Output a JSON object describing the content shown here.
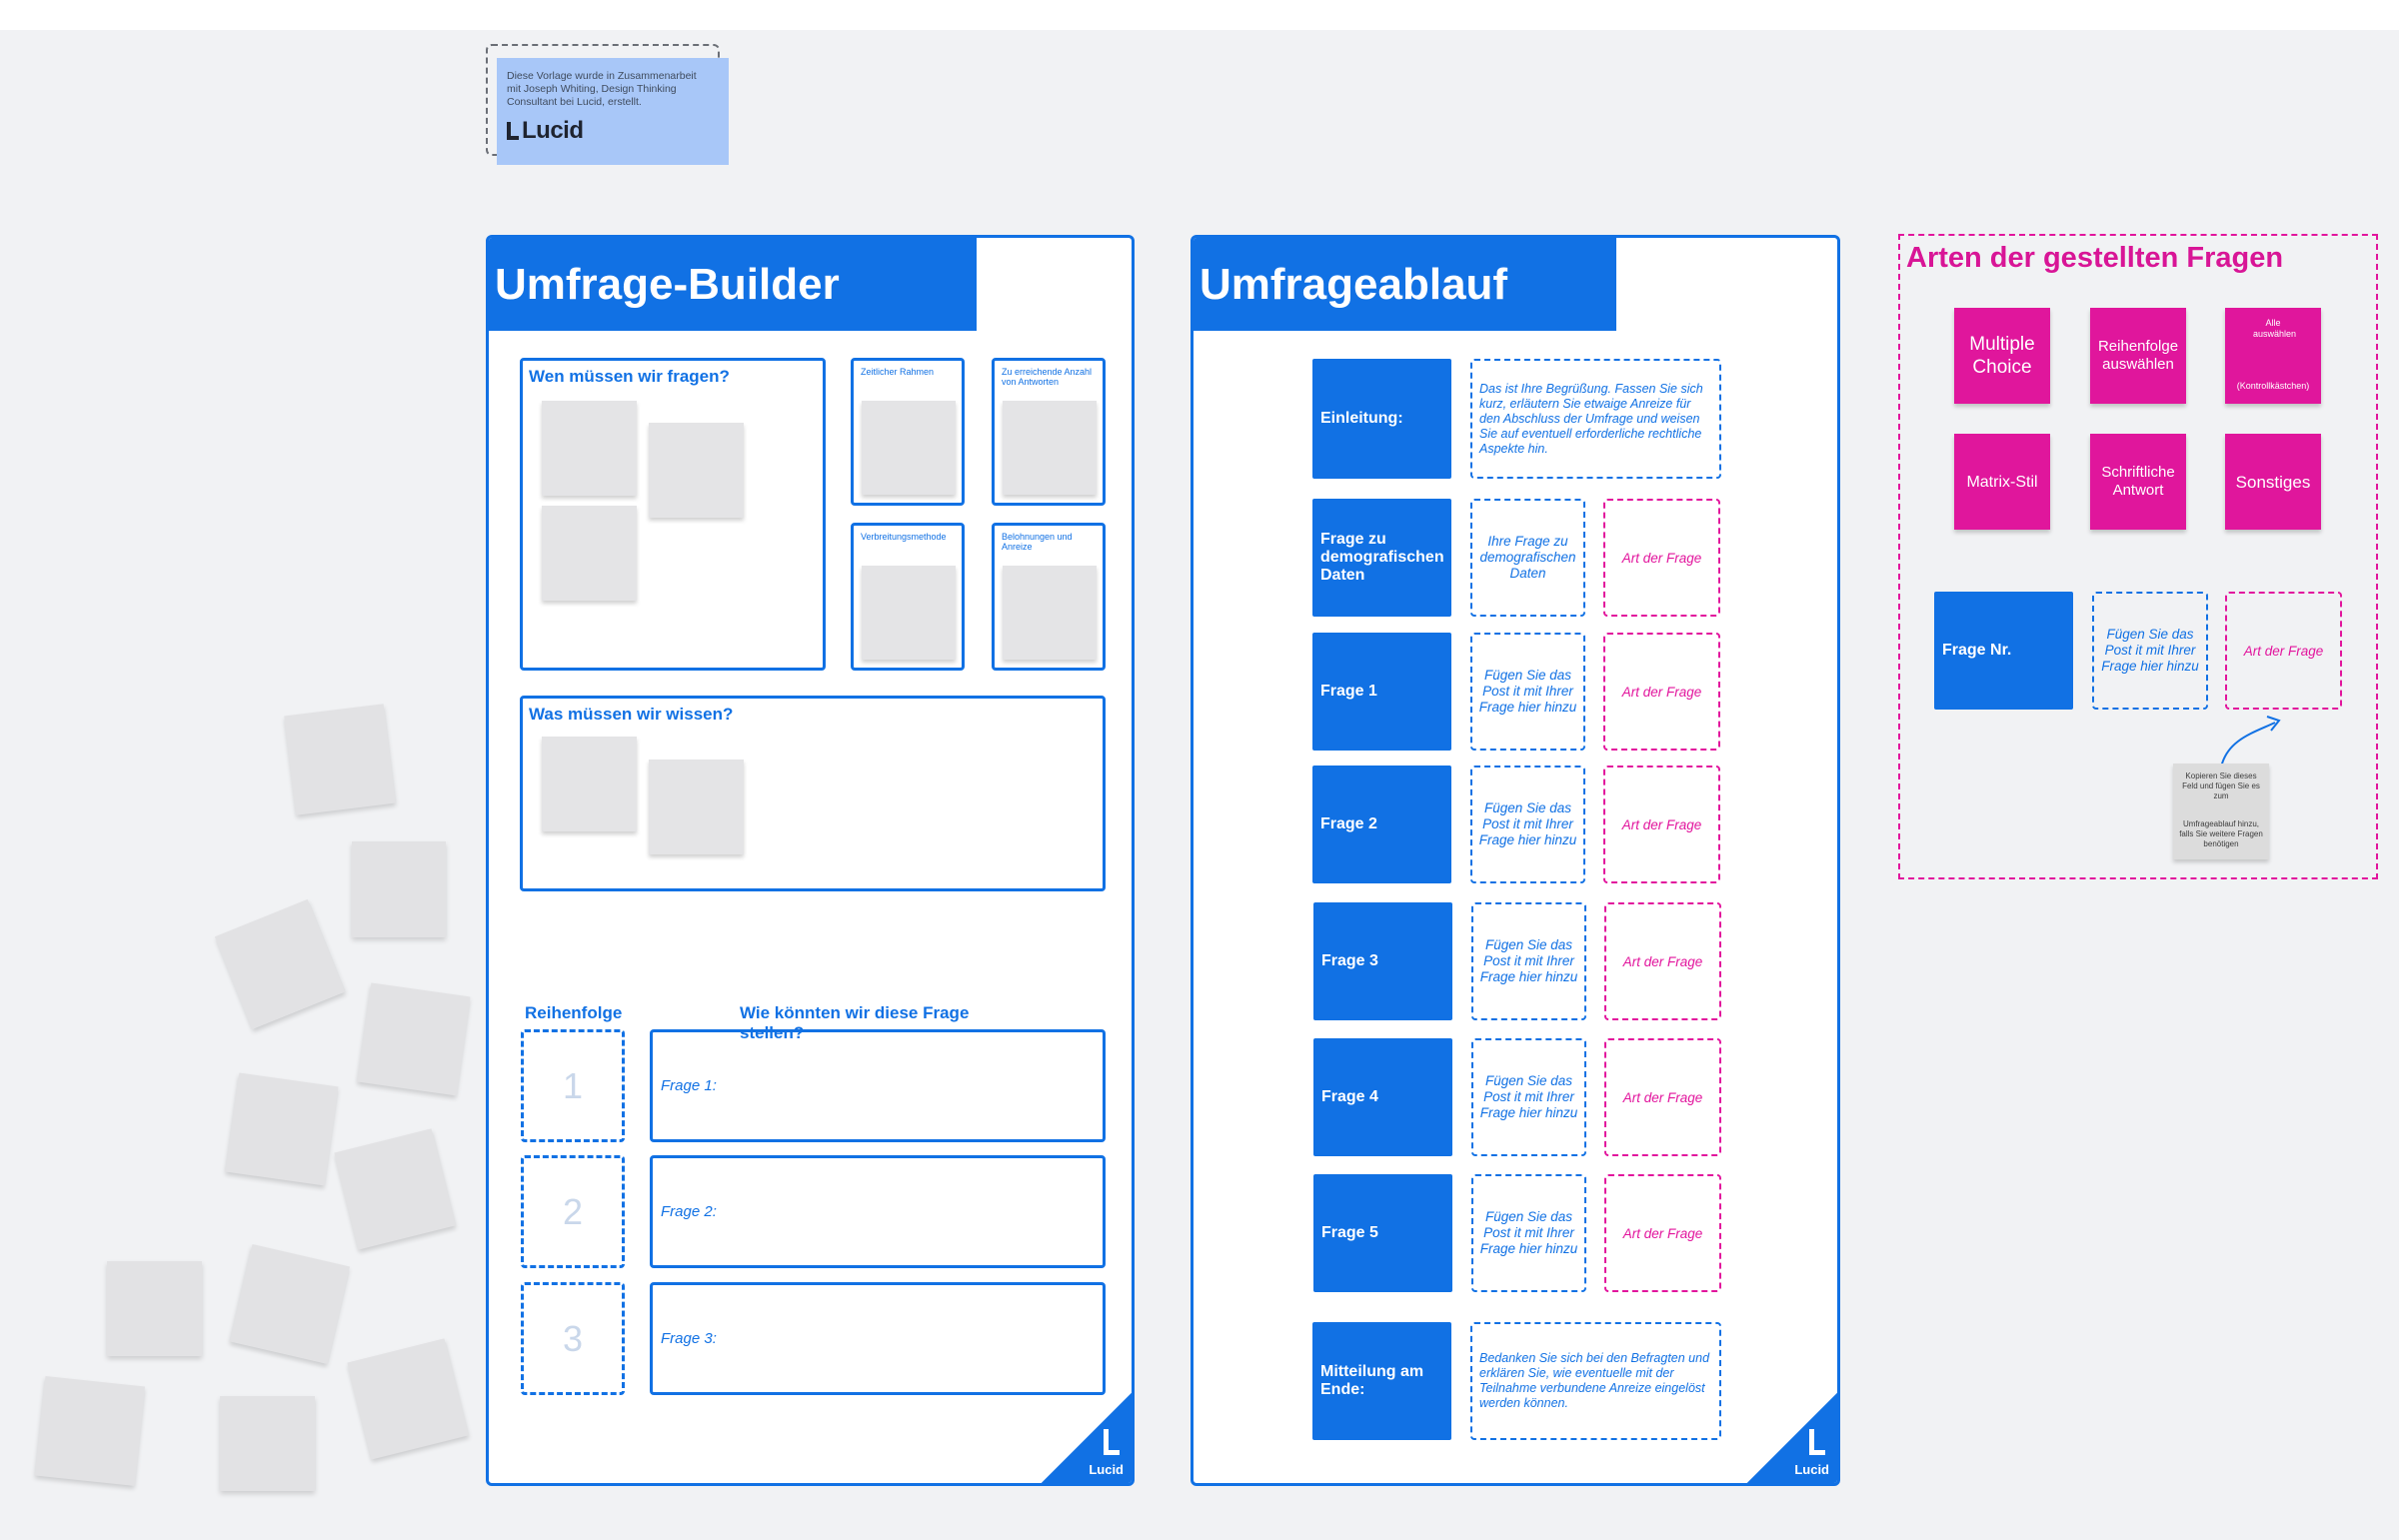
{
  "credit": {
    "text": "Diese Vorlage wurde in Zusammenarbeit mit Joseph Whiting, Design Thinking Consultant bei Lucid, erstellt.",
    "logo": "Lucid"
  },
  "builder": {
    "title": "Umfrage-Builder",
    "who": {
      "title": "Wen müssen wir fragen?"
    },
    "time_label": "Zeitlicher Rahmen",
    "answers_label": "Zu erreichende Anzahl von Antworten",
    "distribution_label": "Verbreitungsmethode",
    "rewards_label": "Belohnungen und Anreize",
    "what": {
      "title": "Was müssen wir wissen?"
    },
    "order_label": "Reihenfolge",
    "how_label": "Wie könnten wir diese Frage stellen?",
    "rows": [
      {
        "num": "1",
        "question": "Frage 1:"
      },
      {
        "num": "2",
        "question": "Frage 2:"
      },
      {
        "num": "3",
        "question": "Frage 3:"
      }
    ],
    "corner_logo": "Lucid"
  },
  "flow": {
    "title": "Umfrageablauf",
    "intro": {
      "label": "Einleitung:",
      "text": "Das ist Ihre Begrüßung. Fassen Sie sich kurz, erläutern Sie etwaige Anreize für den Abschluss der Umfrage und weisen Sie auf eventuell erforderliche rechtliche Aspekte hin."
    },
    "demo": {
      "label": "Frage zu demografischen Daten",
      "text": "Ihre Frage zu demografischen Daten",
      "type": "Art der Frage"
    },
    "questions": [
      {
        "label": "Frage 1",
        "text": "Fügen Sie das Post it mit Ihrer Frage hier hinzu",
        "type": "Art der Frage"
      },
      {
        "label": "Frage 2",
        "text": "Fügen Sie das Post it mit Ihrer Frage hier hinzu",
        "type": "Art der Frage"
      },
      {
        "label": "Frage 3",
        "text": "Fügen Sie das Post it mit Ihrer Frage hier hinzu",
        "type": "Art der Frage"
      },
      {
        "label": "Frage 4",
        "text": "Fügen Sie das Post it mit Ihrer Frage hier hinzu",
        "type": "Art der Frage"
      },
      {
        "label": "Frage 5",
        "text": "Fügen Sie das Post it mit Ihrer Frage hier hinzu",
        "type": "Art der Frage"
      }
    ],
    "end": {
      "label": "Mitteilung am Ende:",
      "text": "Bedanken Sie sich bei den Befragten und erklären Sie, wie eventuelle mit der Teilnahme verbundene Anreize eingelöst werden können."
    },
    "corner_logo": "Lucid"
  },
  "types": {
    "title": "Arten der gestellten Fragen",
    "notes": [
      "Multiple Choice",
      "Reihenfolge auswählen",
      "Alle auswählen",
      "Matrix-Stil",
      "Schriftliche Antwort",
      "Sonstiges"
    ],
    "checkbox_hint": "(Kontrollkästchen)",
    "template_label": "Frage Nr.",
    "template_text": "Fügen Sie das Post it mit Ihrer Frage hier hinzu",
    "template_type": "Art der Frage",
    "copy_note_line1": "Kopieren Sie dieses Feld und fügen Sie es zum",
    "copy_note_line2": "Umfrageablauf hinzu, falls Sie weitere Fragen benötigen"
  },
  "colors": {
    "blue": "#1171e4",
    "pink": "#e0169c",
    "sticky": "#e4e4e6",
    "canvas": "#f1f2f4"
  }
}
